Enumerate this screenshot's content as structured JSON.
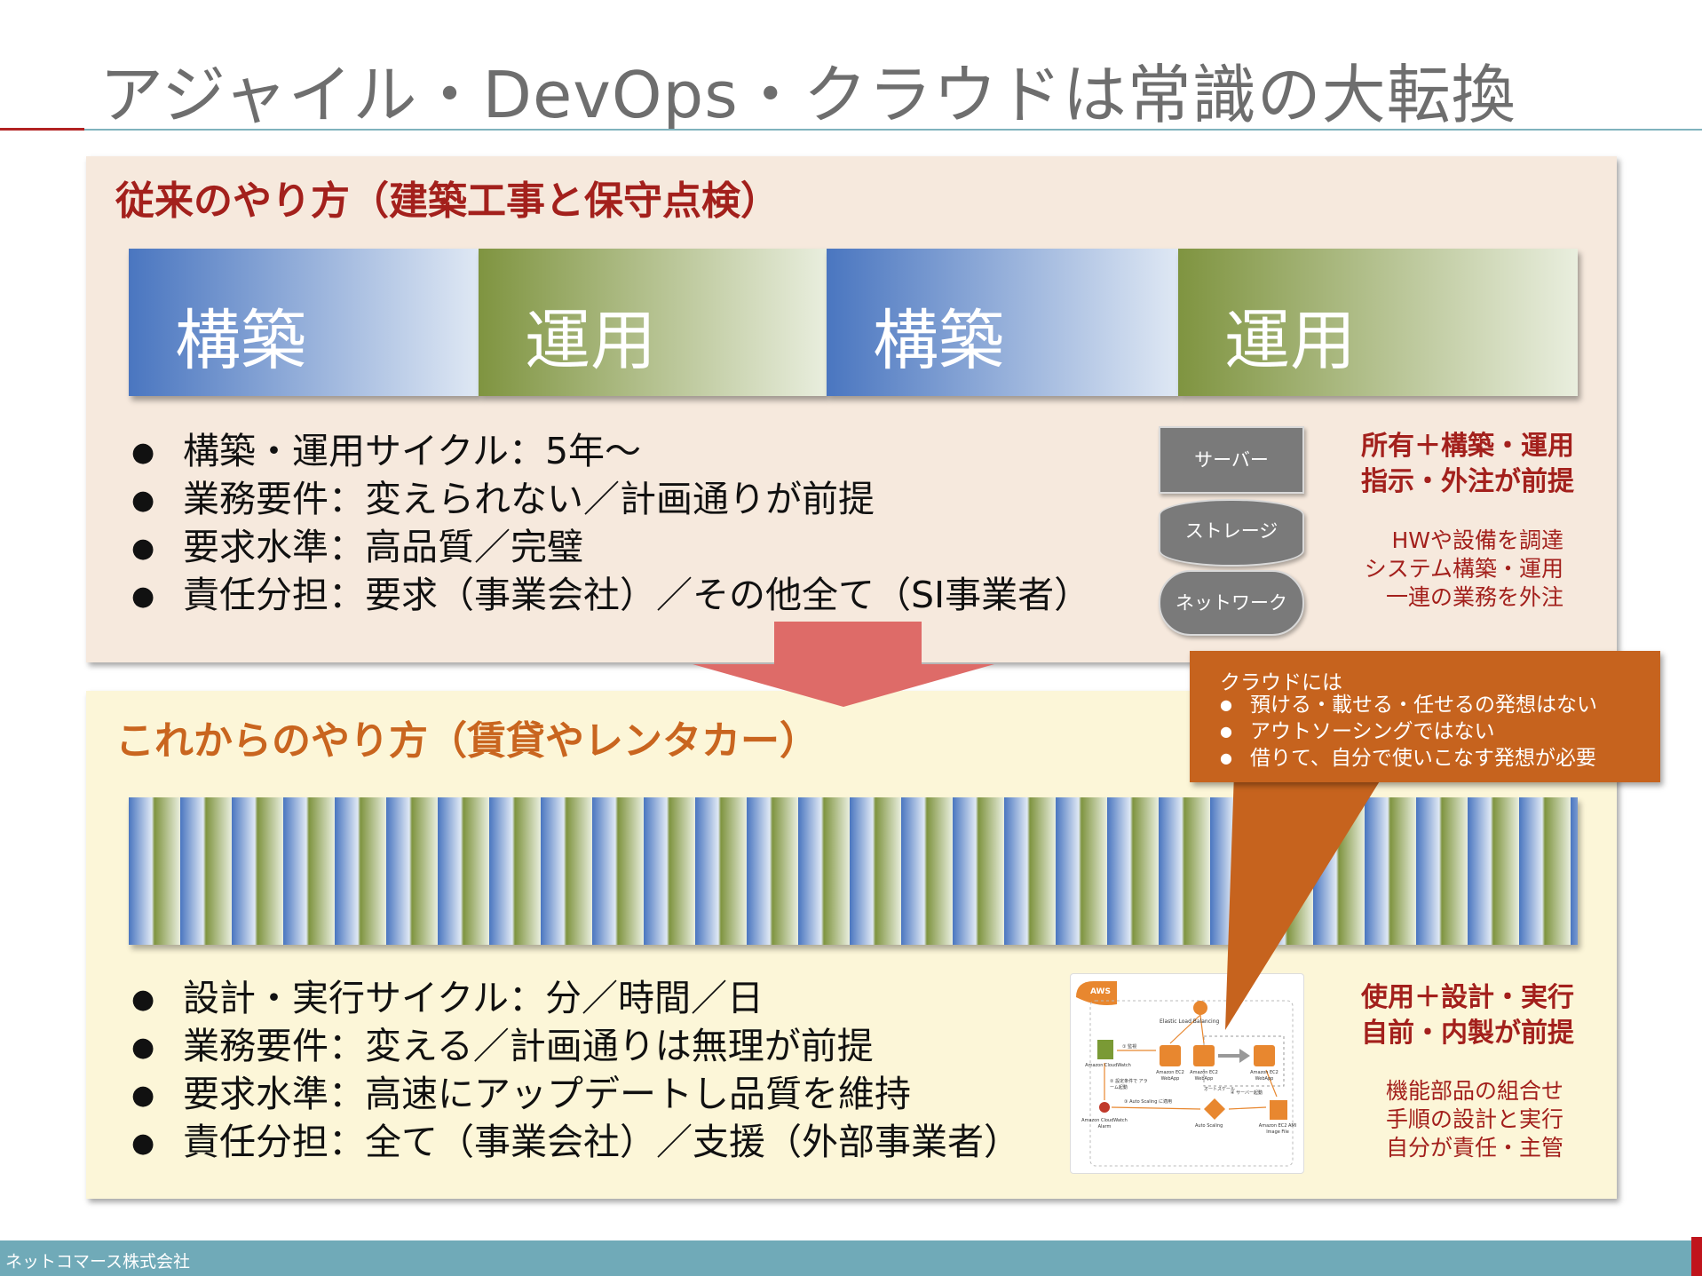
{
  "slide": {
    "title": "アジャイル・DevOps・クラウドは常識の大転換",
    "footer": "ネットコマース株式会社",
    "colors": {
      "accent_red": "#a3201c",
      "accent_orange": "#c9651f",
      "footer": "#70aab8"
    }
  },
  "old_way": {
    "heading": "従来のやり方（建築工事と保守点検）",
    "phases": [
      "構築",
      "運用",
      "構築",
      "運用"
    ],
    "bullets": [
      "構築・運用サイクル：5年〜",
      "業務要件：変えられない／計画通りが前提",
      "要求水準：高品質／完璧",
      "責任分担：要求（事業会社）／その他全て（SI事業者）"
    ],
    "infra": {
      "server": "サーバー",
      "storage": "ストレージ",
      "network": "ネットワーク"
    },
    "side_lines": [
      "所有＋構築・運用",
      "指示・外注が前提"
    ],
    "sub_lines": [
      "HWや設備を調達",
      "システム構築・運用",
      "一連の業務を外注"
    ]
  },
  "new_way": {
    "heading": "これからのやり方（賃貸やレンタカー）",
    "bullets": [
      "設計・実行サイクル：分／時間／日",
      "業務要件：変える／計画通りは無理が前提",
      "要求水準：高速にアップデートし品質を維持",
      "責任分担：全て（事業会社）／支援（外部事業者）"
    ],
    "side_lines": [
      "使用＋設計・実行",
      "自前・内製が前提"
    ],
    "sub_lines": [
      "機能部品の組合せ",
      "手順の設計と実行",
      "自分が責任・主管"
    ]
  },
  "callout": {
    "title": "クラウドには",
    "items": [
      "預ける・載せる・任せるの発想はない",
      "アウトソーシングではない",
      "借りて、自分で使いこなす発想が必要"
    ]
  },
  "aws_diagram": {
    "logo": "AWS",
    "elb": "Elastic Load Balancing",
    "cloudwatch": "Amazon CloudWatch",
    "alarm": "Amazon CloudWatch Alarm",
    "ec2_a": "Amazon EC2 WebApp",
    "ec2_b": "Amazon EC2 WebApp",
    "ec2_c": "Amazon EC2 WebApp",
    "autoscaling": "Auto Scaling",
    "ami": "Amazon EC2 AMI Image File",
    "note_monitor": "① 監視",
    "note_alarm": "② 設定条件で アラーム起動",
    "note_apply": "③ Auto Scaling に適用",
    "note_launch": "④ サーバー起動",
    "note_scale": "オートスケール"
  }
}
